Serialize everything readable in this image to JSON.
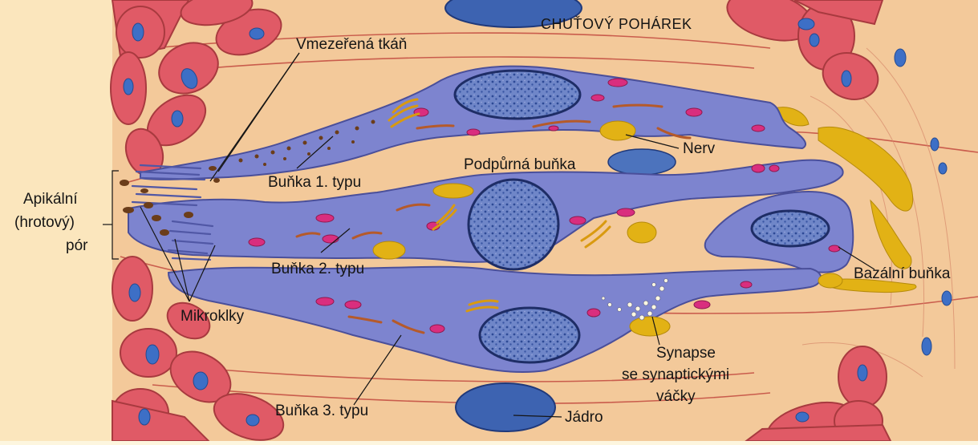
{
  "title": "CHUŤOVÝ POHÁREK",
  "labels": {
    "interstitial_tissue": "Vmezeřená tkáň",
    "cell_type_1": "Buňka 1. typu",
    "supporting_cell": "Podpůrná buňka",
    "nerve": "Nerv",
    "apical_pore_line1": "Apikální",
    "apical_pore_line2": "(hrotový)",
    "apical_pore_line3": "pór",
    "cell_type_2": "Buňka 2. typu",
    "basal_cell": "Bazální buňka",
    "microvilli": "Mikroklky",
    "synapse_line1": "Synapse",
    "synapse_line2": "se synaptickými",
    "synapse_line3": "váčky",
    "cell_type_3": "Buňka 3. typu",
    "nucleus": "Jádro"
  },
  "colors": {
    "background": "#fdf6df",
    "connective_tissue": "#f3c99a",
    "fiber": "#c24a3f",
    "epithelial_cell": "#e05a66",
    "taste_cell": "#7d84cf",
    "nucleus": "#3d63b1",
    "mitochondria": "#d92e7e",
    "nerve_ending": "#e2b215"
  }
}
